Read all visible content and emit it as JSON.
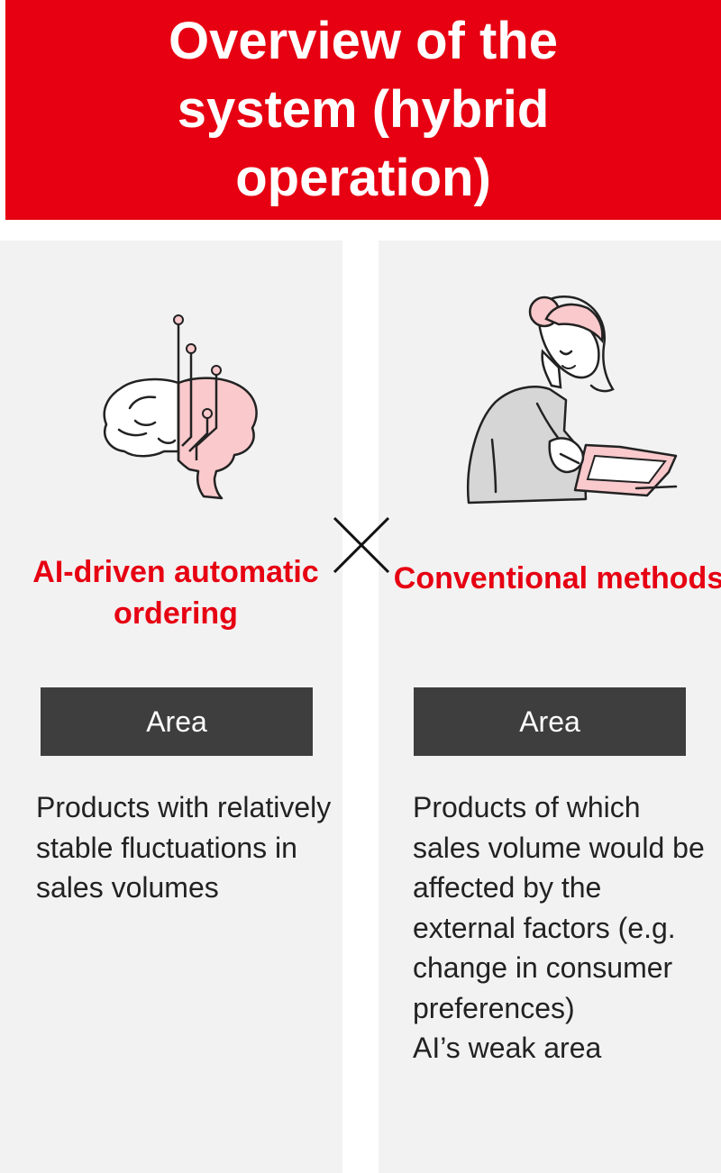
{
  "header": {
    "title": "Overview of the system (hybrid operation)"
  },
  "colors": {
    "brand_red": "#e60012",
    "panel_gray": "#f2f2f2",
    "area_box": "#3e3e3e",
    "illustration_pink": "#f9c9cc"
  },
  "operator_symbol": "times-icon",
  "left": {
    "icon": "ai-brain-circuit-icon",
    "title": "AI-driven automatic ordering",
    "area_label": "Area",
    "description": "Products with relatively stable fluctuations in sales volumes"
  },
  "right": {
    "icon": "woman-using-tablet-icon",
    "title": "Conventional methods",
    "area_label": "Area",
    "description_lines": [
      "Products of which sales volume would be affected by the external factors (e.g. change in consumer preferences)",
      "AI’s weak area"
    ]
  }
}
